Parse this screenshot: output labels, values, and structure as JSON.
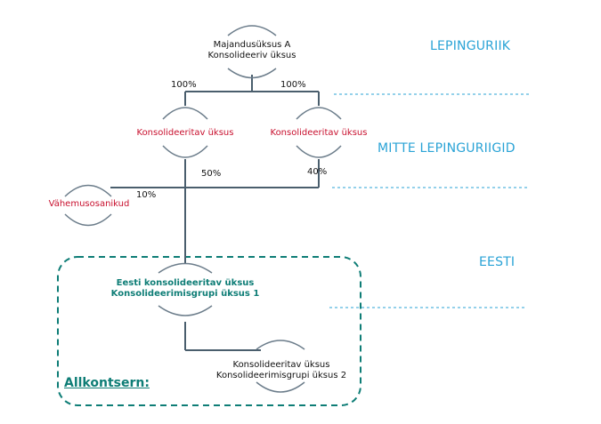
{
  "nodes": {
    "parent": {
      "line1": "Majandusüksus A",
      "line2": "Konsolideeriv üksus"
    },
    "sub_left": {
      "line1": "Konsolideeritav üksus"
    },
    "sub_right": {
      "line1": "Konsolideeritav üksus"
    },
    "minority": {
      "line1": "Vähemusosanikud"
    },
    "estonia_parent": {
      "line1": "Eesti konsolideeritav üksus",
      "line2": "Konsolideerimisgrupi üksus 1"
    },
    "estonia_sub": {
      "line1": "Konsolideeritav üksus",
      "line2": "Konsolideerimisgrupi üksus 2"
    }
  },
  "percentages": {
    "parent_to_left": "100%",
    "parent_to_right": "100%",
    "left_share": "50%",
    "right_share": "40%",
    "minority_share": "10%"
  },
  "regions": {
    "contract": "LEPINGURIIK",
    "non_contract": "MITTE LEPINGURIIGID",
    "estonia": "EESTI"
  },
  "subgroup_label": "Allkontsern:",
  "colors": {
    "connector": "#4a5e6d",
    "arc": "#6b7c8a",
    "region_text": "#2aa3d6",
    "separator": "#2aa3d6",
    "subgroup_border": "#0e7d76",
    "red_text": "#c8102e",
    "teal_text": "#0e7d76"
  }
}
